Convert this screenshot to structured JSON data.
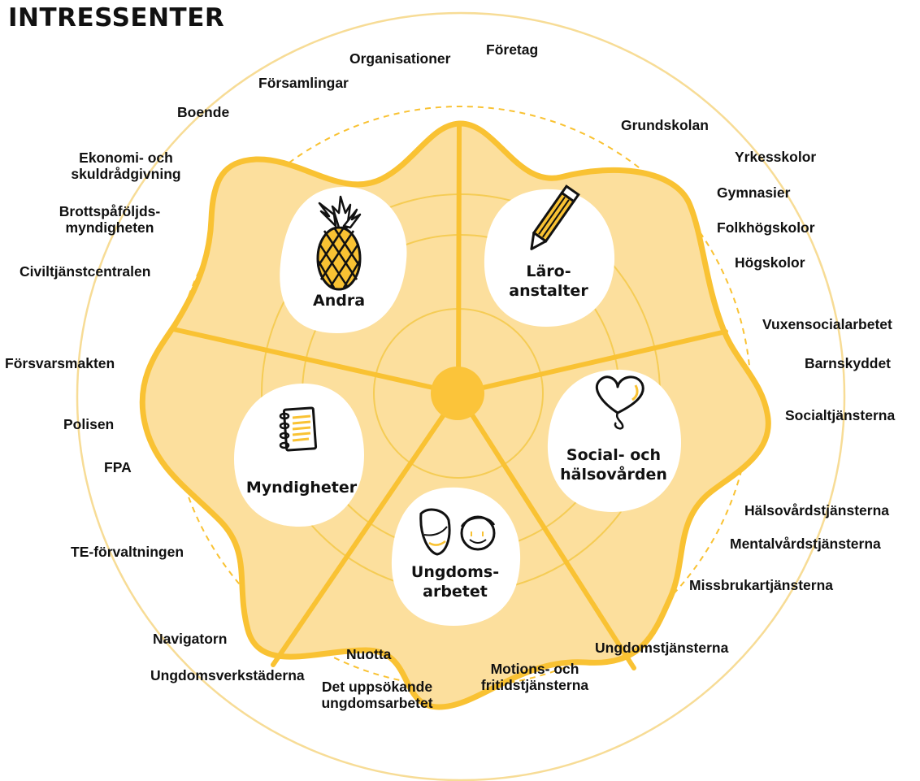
{
  "title": "INTRESSENTER",
  "colors": {
    "accent": "#F9C233",
    "fill_light": "#FCDF9D",
    "inner_ring": "#F5CC55",
    "hub": "#FBC43A",
    "outer_ring": "#F7DC96"
  },
  "sectors": [
    {
      "id": "andra",
      "label": "Andra",
      "icon": "pineapple-icon"
    },
    {
      "id": "laroanstalter",
      "label": "Läro-\nanstalter",
      "icon": "pencil-icon"
    },
    {
      "id": "social",
      "label": "Social- och\nhälsovården",
      "icon": "heart-icon"
    },
    {
      "id": "ungdomsarbetet",
      "label": "Ungdoms-\narbetet",
      "icon": "faces-icon"
    },
    {
      "id": "myndigheter",
      "label": "Myndigheter",
      "icon": "notebook-icon"
    }
  ],
  "stakeholders": [
    {
      "id": "foretag",
      "text": "Företag"
    },
    {
      "id": "organisationer",
      "text": "Organisationer"
    },
    {
      "id": "forsamlingar",
      "text": "Församlingar"
    },
    {
      "id": "boende",
      "text": "Boende"
    },
    {
      "id": "ekonomi",
      "text": "Ekonomi- och\nskuldrådgivning"
    },
    {
      "id": "brottspafoljd",
      "text": "Brottspåföljds-\nmyndigheten"
    },
    {
      "id": "civiltjanst",
      "text": "Civiltjänstcentralen"
    },
    {
      "id": "grundskolan",
      "text": "Grundskolan"
    },
    {
      "id": "yrkesskolor",
      "text": "Yrkesskolor"
    },
    {
      "id": "gymnasier",
      "text": "Gymnasier"
    },
    {
      "id": "folkhogskolor",
      "text": "Folkhögskolor"
    },
    {
      "id": "hogskolor",
      "text": "Högskolor"
    },
    {
      "id": "vuxensocial",
      "text": "Vuxensocialarbetet"
    },
    {
      "id": "barnskyddet",
      "text": "Barnskyddet"
    },
    {
      "id": "socialtjansterna",
      "text": "Socialtjänsterna"
    },
    {
      "id": "halsovard",
      "text": "Hälsovårdstjänsterna"
    },
    {
      "id": "mentalvard",
      "text": "Mentalvårdstjänsterna"
    },
    {
      "id": "missbruk",
      "text": "Missbrukartjänsterna"
    },
    {
      "id": "ungdomstjansterna",
      "text": "Ungdomstjänsterna"
    },
    {
      "id": "motions",
      "text": "Motions- och\nfritidstjänsterna"
    },
    {
      "id": "uppsokande",
      "text": "Det uppsökande\nungdomsarbetet"
    },
    {
      "id": "nuotta",
      "text": "Nuotta"
    },
    {
      "id": "ungdomsverkstaderna",
      "text": "Ungdomsverkstäderna"
    },
    {
      "id": "navigatorn",
      "text": "Navigatorn"
    },
    {
      "id": "teforvaltningen",
      "text": "TE-förvaltningen"
    },
    {
      "id": "fpa",
      "text": "FPA"
    },
    {
      "id": "polisen",
      "text": "Polisen"
    },
    {
      "id": "forsvarsmakten",
      "text": "Försvarsmakten"
    }
  ]
}
